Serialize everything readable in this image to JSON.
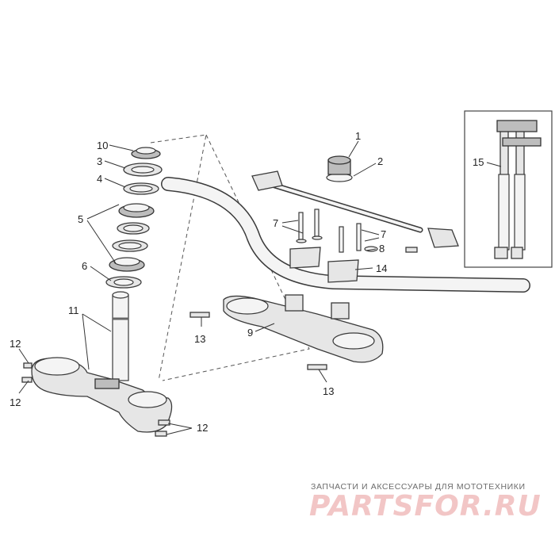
{
  "callouts": {
    "c1": "1",
    "c2": "2",
    "c3": "3",
    "c4": "4",
    "c5": "5",
    "c6": "6",
    "c7a": "7",
    "c7b": "7",
    "c8": "8",
    "c9": "9",
    "c10": "10",
    "c11": "11",
    "c12a": "12",
    "c12b": "12",
    "c12c": "12",
    "c13a": "13",
    "c13b": "13",
    "c14": "14",
    "c15": "15"
  },
  "footer": {
    "tagline": "ЗАПЧАСТИ И АКСЕССУАРЫ ДЛЯ МОТОТЕХНИКИ",
    "logo": "PARTSFOR.RU"
  },
  "colors": {
    "ink": "#333333",
    "part_fill": "#e6e6e6",
    "watermark": "#f2c6c6"
  }
}
